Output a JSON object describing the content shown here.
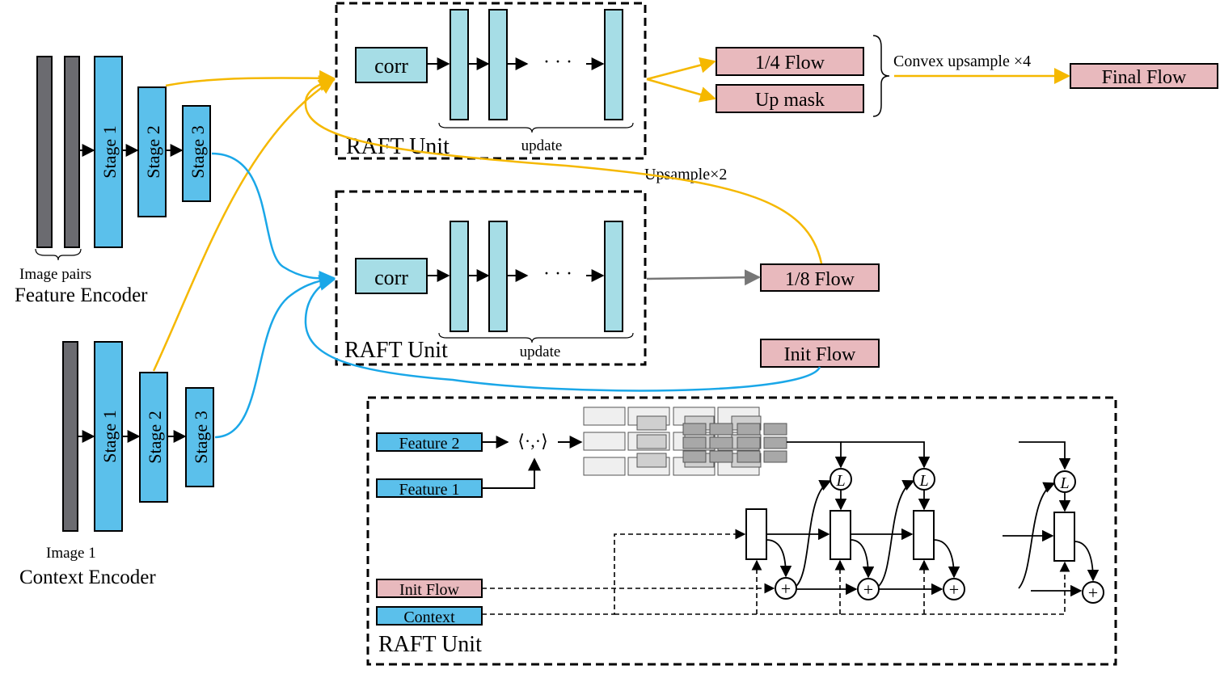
{
  "feature_encoder": {
    "label": "Feature Encoder",
    "input_label": "Image pairs",
    "stages": [
      "Stage 1",
      "Stage 2",
      "Stage 3"
    ]
  },
  "context_encoder": {
    "label": "Context Encoder",
    "input_label": "Image 1",
    "stages": [
      "Stage 1",
      "Stage 2",
      "Stage 3"
    ]
  },
  "raft_top": {
    "title": "RAFT Unit",
    "corr": "corr",
    "dots": "· · ·",
    "update": "update"
  },
  "raft_middle": {
    "title": "RAFT Unit",
    "corr": "corr",
    "dots": "· · ·",
    "update": "update"
  },
  "outputs": {
    "quarter_flow": "1/4 Flow",
    "up_mask": "Up mask",
    "convex": "Convex upsample ×4",
    "final_flow": "Final Flow",
    "upsample2": "Upsample×2",
    "eighth_flow": "1/8 Flow",
    "init_flow": "Init Flow"
  },
  "raft_detail": {
    "title": "RAFT Unit",
    "feature2": "Feature 2",
    "feature1": "Feature 1",
    "init_flow": "Init Flow",
    "context": "Context",
    "inner_product": "⟨·,·⟩",
    "lookup": "L",
    "plus": "+"
  },
  "colors": {
    "stage_fill": "#5bc0eb",
    "gru_fill": "#a6dde6",
    "flow_fill": "#e8b9bd",
    "image_fill": "#6b6b70",
    "yellow_arrow": "#f5b800",
    "blue_arrow": "#1aa7e8"
  }
}
